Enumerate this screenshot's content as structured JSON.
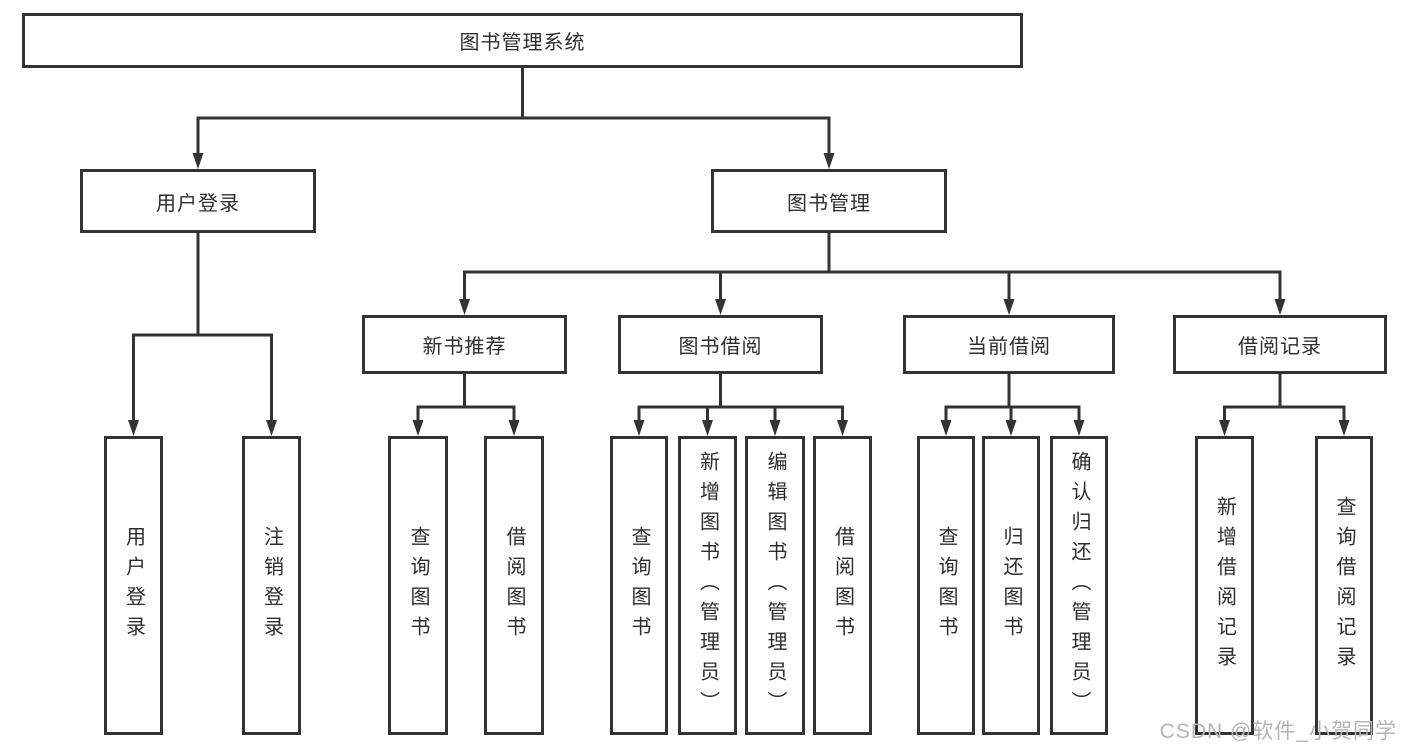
{
  "diagram": {
    "root": {
      "label": "图书管理系统"
    },
    "level2": [
      {
        "label": "用户登录"
      },
      {
        "label": "图书管理"
      }
    ],
    "level3": [
      {
        "label": "新书推荐"
      },
      {
        "label": "图书借阅"
      },
      {
        "label": "当前借阅"
      },
      {
        "label": "借阅记录"
      }
    ],
    "leaves": {
      "user_login": [
        {
          "label": "用户登录"
        },
        {
          "label": "注销登录"
        }
      ],
      "new_book_recommend": [
        {
          "label": "查询图书"
        },
        {
          "label": "借阅图书"
        }
      ],
      "book_borrow": [
        {
          "label": "查询图书"
        },
        {
          "label": "新增图书（管理员）"
        },
        {
          "label": "编辑图书（管理员）"
        },
        {
          "label": "借阅图书"
        }
      ],
      "current_borrow": [
        {
          "label": "查询图书"
        },
        {
          "label": "归还图书"
        },
        {
          "label": "确认归还（管理员）"
        }
      ],
      "borrow_records": [
        {
          "label": "新增借阅记录"
        },
        {
          "label": "查询借阅记录"
        }
      ]
    }
  },
  "watermark": {
    "text": "CSDN @软件_小贺同学"
  },
  "colors": {
    "line": "#333333",
    "text": "#2e2e2e",
    "watermark": "#b5b5b5",
    "background": "#ffffff"
  }
}
